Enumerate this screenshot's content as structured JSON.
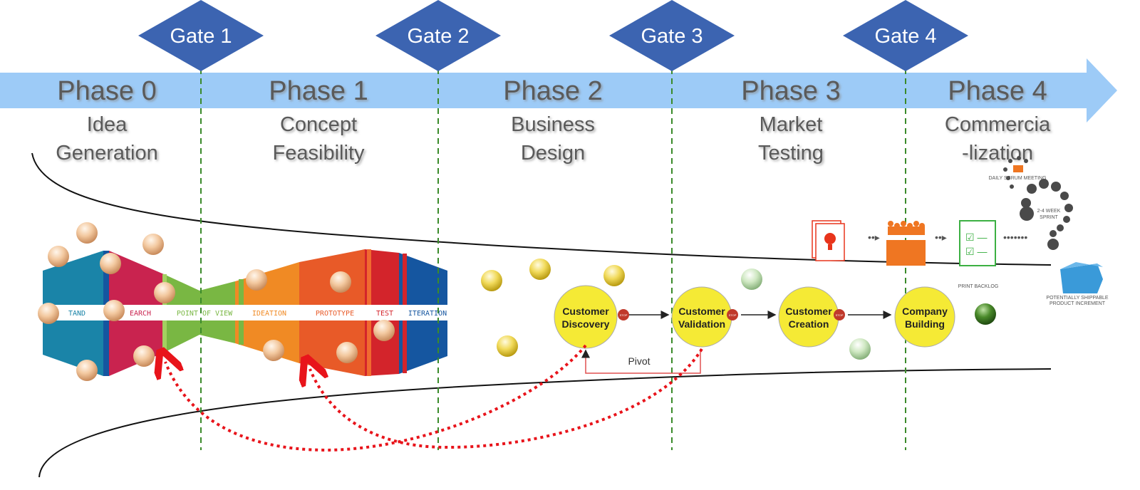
{
  "gates": [
    "Gate 1",
    "Gate 2",
    "Gate 3",
    "Gate 4"
  ],
  "phases": [
    {
      "title": "Phase 0",
      "line1": "Idea",
      "line2": "Generation"
    },
    {
      "title": "Phase 1",
      "line1": "Concept",
      "line2": "Feasibility"
    },
    {
      "title": "Phase 2",
      "line1": "Business",
      "line2": "Design"
    },
    {
      "title": "Phase 3",
      "line1": "Market",
      "line2": "Testing"
    },
    {
      "title": "Phase 4",
      "line1": "Commercia",
      "line2": "-lization"
    }
  ],
  "design_thinking": {
    "stages": [
      "TAND",
      "EARCH",
      "POINT OF VIEW",
      "IDEATION",
      "PROTOTYPE",
      "TEST",
      "ITERATION"
    ],
    "colors": [
      "#1a84a8",
      "#c9234f",
      "#79b743",
      "#f08a24",
      "#e85a28",
      "#d3242b",
      "#1556a0"
    ]
  },
  "customer_development": {
    "steps": [
      {
        "line1": "Customer",
        "line2": "Discovery"
      },
      {
        "line1": "Customer",
        "line2": "Validation"
      },
      {
        "line1": "Customer",
        "line2": "Creation"
      },
      {
        "line1": "Company",
        "line2": "Building"
      }
    ],
    "stop_label": "STOP",
    "pivot_label": "Pivot"
  },
  "scrum": {
    "backlog_label": "PRINT BACKLOG",
    "daily_meeting_label": "DAILY SCRUM MEETING",
    "sprint_line1": "2-4 WEEK",
    "sprint_line2": "SPRINT",
    "increment_line1": "POTENTIALLY SHIPPABLE",
    "increment_line2": "PRODUCT INCREMENT"
  },
  "colors": {
    "arrow": "#9dcbf7",
    "gate": "#3c64b1",
    "gate_line": "#3a8a2a",
    "loop_arrow": "#e8141b",
    "circle": "#f5ea35"
  }
}
